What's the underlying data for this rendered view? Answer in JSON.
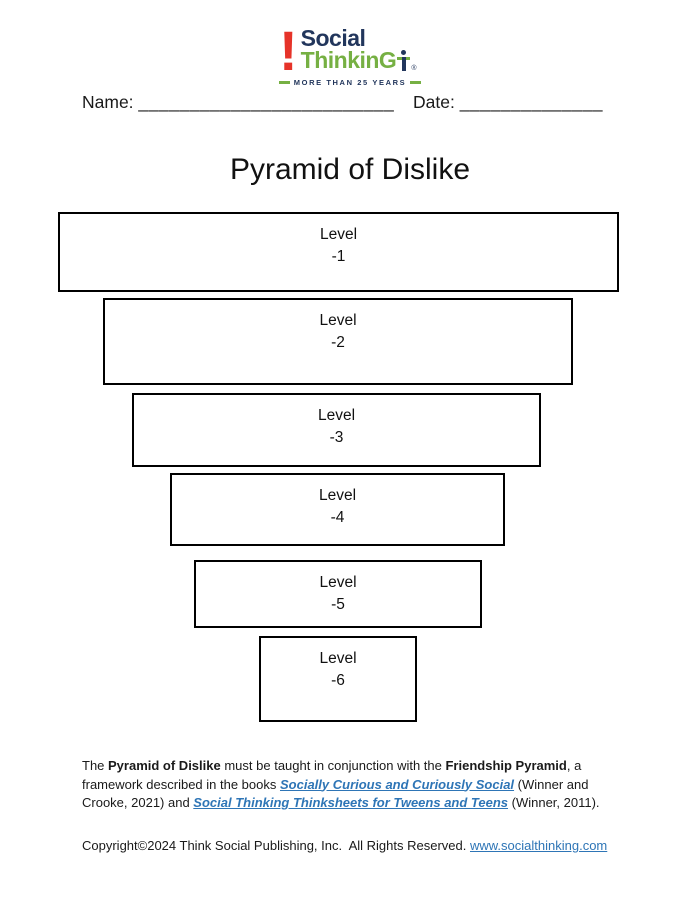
{
  "logo": {
    "exclamation": "!",
    "word1": "Social",
    "word2": "ThinkinG",
    "registered": "®",
    "tagline": "MORE THAN 25 YEARS",
    "colors": {
      "navy": "#22365c",
      "green": "#76b043",
      "red": "#e63329"
    }
  },
  "form": {
    "name_label": "Name:",
    "name_blank": "_________________________",
    "date_label": "Date:",
    "date_blank": "______________"
  },
  "title": "Pyramid of Dislike",
  "pyramid": {
    "levels": [
      {
        "label": "Level",
        "value": "-1"
      },
      {
        "label": "Level",
        "value": "-2"
      },
      {
        "label": "Level",
        "value": "-3"
      },
      {
        "label": "Level",
        "value": "-4"
      },
      {
        "label": "Level",
        "value": "-5"
      },
      {
        "label": "Level",
        "value": "-6"
      }
    ]
  },
  "footnote": {
    "seg1": "The ",
    "bold1": "Pyramid of Dislike",
    "seg2": " must be taught in conjunction with the ",
    "bold2": "Friendship Pyramid",
    "seg3": ", a framework described in the books ",
    "link1": "Socially Curious and Curiously Social",
    "seg4": " (Winner and Crooke, 2021) and ",
    "link2": "Social Thinking Thinksheets for Tweens and Teens",
    "seg5": " (Winner, 2011)."
  },
  "copyright": {
    "text": "Copyright©2024 Think Social Publishing, Inc.  All Rights Reserved. ",
    "link": "www.socialthinking.com",
    "link_color": "#2e75b6"
  }
}
